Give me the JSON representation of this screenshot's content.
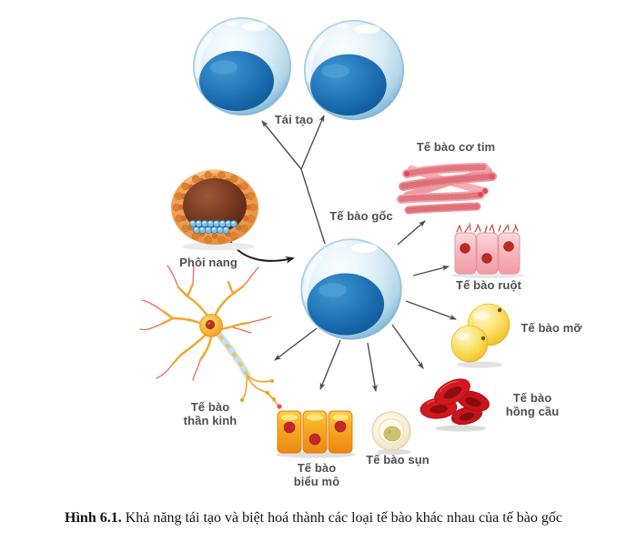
{
  "figure": {
    "caption": {
      "label": "Hình 6.1.",
      "text": " Khả năng tái tạo và biệt hoá thành các loại tế bào khác nhau của tế bào gốc"
    },
    "labels": {
      "regeneration": "Tái tạo",
      "stem_cell": "Tế bào gốc",
      "blastocyst": "Phôi nang",
      "cardiac_muscle_cell": "Tế bào cơ tim",
      "intestinal_cell": "Tế bào ruột",
      "fat_cell": "Tế bào mỡ",
      "red_blood_cell": {
        "line1": "Tế bào",
        "line2": "hồng cầu"
      },
      "cartilage_cell": "Tế bào sụn",
      "epithelial_cell": {
        "line1": "Tế bào",
        "line2": "biểu mô"
      },
      "nerve_cell": {
        "line1": "Tế bào",
        "line2": "thần kinh"
      }
    },
    "colors": {
      "stem_cell_body": "#d3e9f3",
      "stem_cell_nucleus": "#1767aa",
      "blastocyst_ring": "#ec9a4b",
      "blastocyst_interior": "#7c3c22",
      "inner_cell_mass": "#7fc2e8",
      "cardiac_fiber": "#f4a3aa",
      "intestinal_cell_fill": "#f7bcc2",
      "fat_cell_fill": "#f7d244",
      "red_blood_cell_fill": "#d2191f",
      "cartilage_fill": "#f7f0da",
      "epithelial_fill": "#f7b125",
      "neuron_fill": "#f7b93a",
      "nucleus_red": "#bc2a21",
      "arrow": "#4c4c4c",
      "label_text": "#4e4f51"
    }
  }
}
